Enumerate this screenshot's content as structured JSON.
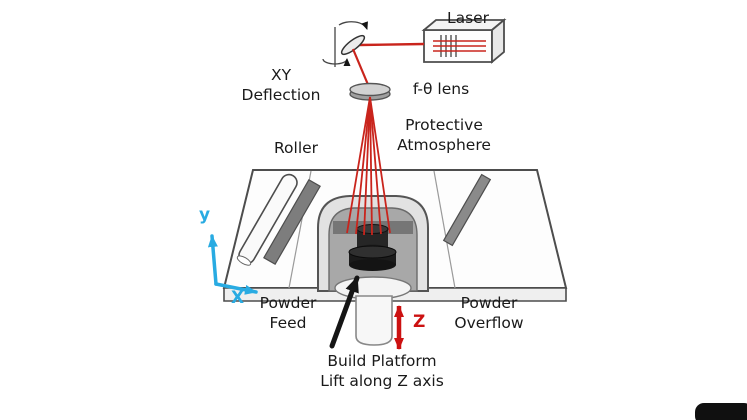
{
  "diagram": {
    "labels": {
      "laser": "Laser",
      "xy_deflection_line1": "XY",
      "xy_deflection_line2": "Deflection",
      "f_theta_lens": "f-θ lens",
      "protective_line1": "Protective",
      "protective_line2": "Atmosphere",
      "roller": "Roller",
      "powder_feed_line1": "Powder",
      "powder_feed_line2": "Feed",
      "powder_overflow_line1": "Powder",
      "powder_overflow_line2": "Overflow",
      "build_platform_line1": "Build Platform",
      "build_platform_line2": "Lift along Z axis",
      "axis_y": "y",
      "axis_x": "X",
      "axis_z": "Z"
    },
    "colors": {
      "axis_xy": "#29abe2",
      "axis_z": "#cc1111",
      "laser_beam": "#c9241c",
      "outline": "#4d4d4d",
      "text": "#1a1a1a"
    }
  }
}
